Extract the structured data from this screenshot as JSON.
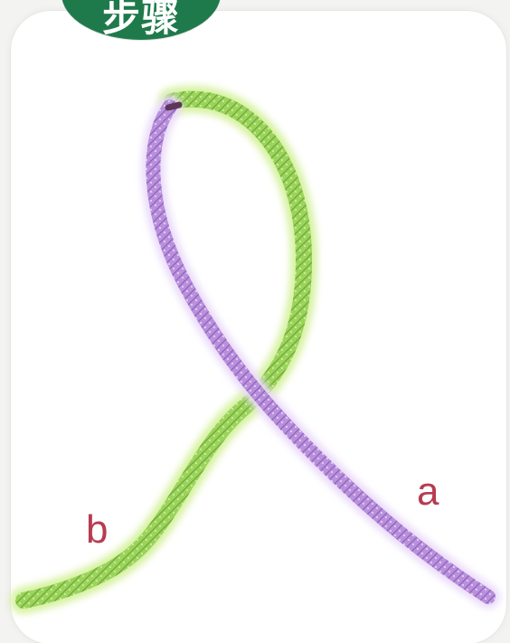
{
  "header": {
    "badge_text": "步骤"
  },
  "diagram": {
    "ends": {
      "a": "a",
      "b": "b"
    },
    "colors": {
      "badge": "#1f7a4b",
      "cord_green": "#8fca48",
      "cord_purple": "#b58ad6",
      "label": "#b73c4f"
    }
  }
}
